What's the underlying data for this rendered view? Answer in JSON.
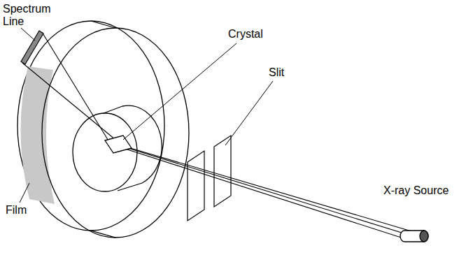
{
  "diagram": {
    "labels": [
      "Spectrum Line",
      "Crystal",
      "Slit",
      "X-ray Source",
      "Film"
    ]
  }
}
